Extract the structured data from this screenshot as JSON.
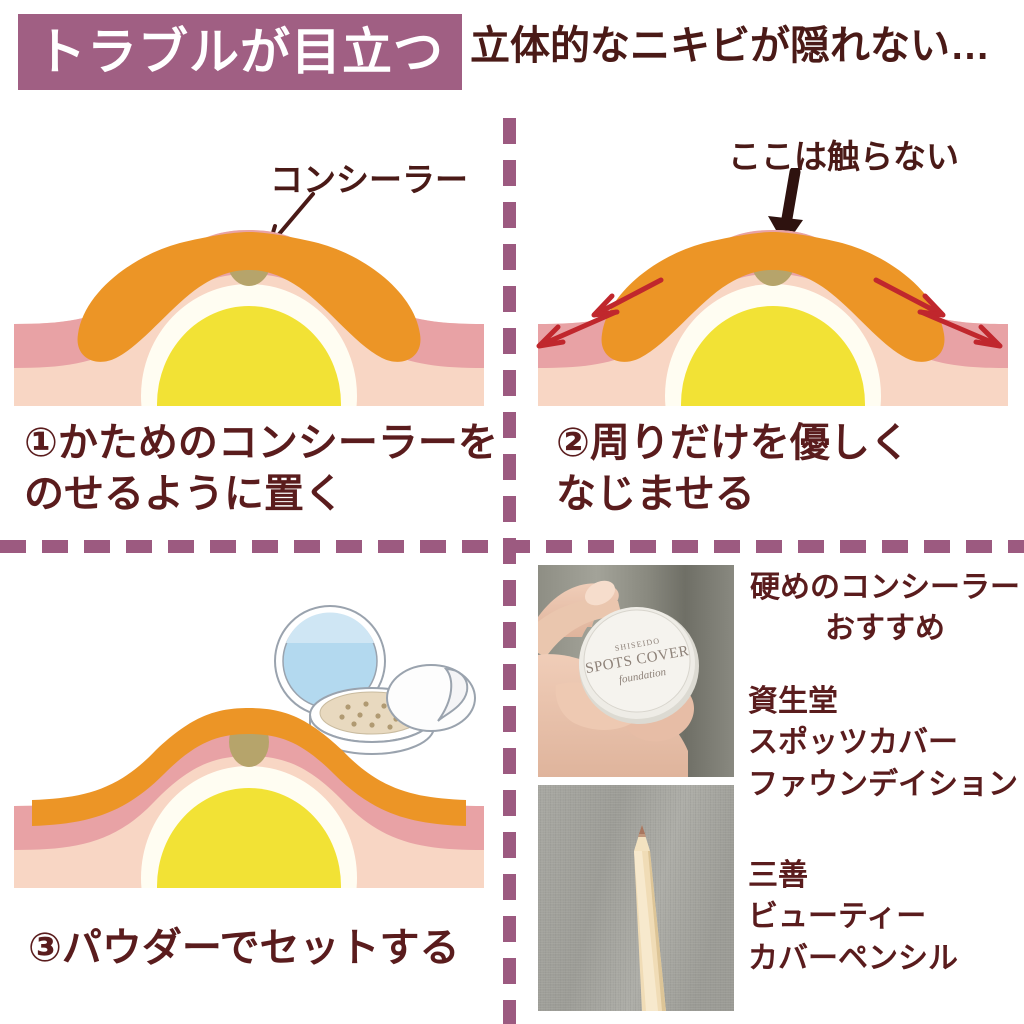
{
  "header": {
    "banner_title": "トラブルが目立つ",
    "subtitle": "立体的なニキビが隠れない…",
    "banner_color": "#a05f83",
    "text_color": "#4a1a17"
  },
  "colors": {
    "divider": "#9c5a80",
    "caption": "#5a1c1d",
    "concealer_orange": "#ec9526",
    "skin_pink": "#e8a2a5",
    "skin_peach": "#f8d6c4",
    "pus_yellow": "#f2e235",
    "plug_olive": "#b6a46b",
    "arrow_red": "#c0272d",
    "compact_lid_blue": "#b3d9ef",
    "compact_powder_beige": "#e8d9bf"
  },
  "panels": [
    {
      "id": "panel-1",
      "step_number": "①",
      "annotation": "コンシーラー",
      "annotation_icon": "down-left-arrow-icon",
      "caption": "①かためのコンシーラーを\nのせるように置く",
      "illustration": "skin-cross-section-with-concealer"
    },
    {
      "id": "panel-2",
      "step_number": "②",
      "annotation": "ここは触らない",
      "annotation_icon": "down-arrow-icon",
      "caption": "②周りだけを優しく\nなじませる",
      "illustration": "skin-cross-section-with-blending-arrows",
      "blend_arrows": "outward-red-arrows"
    },
    {
      "id": "panel-3",
      "step_number": "③",
      "caption": "③パウダーでセットする",
      "illustration": "skin-cross-section-with-powder-compact"
    },
    {
      "id": "panel-4",
      "photos": [
        {
          "name": "shiseido-spots-cover-foundation-photo",
          "brand_label": "SHISEIDO",
          "product_label": "SPOTS COVER",
          "product_sub_label": "foundation"
        },
        {
          "name": "mitsuyoshi-beauty-cover-pencil-photo"
        }
      ],
      "texts": {
        "recommendation": "硬めのコンシーラー\nおすすめ",
        "product_1": "資生堂\nスポッツカバー\nファウンデイション",
        "product_2": "三善\nビューティー\nカバーペンシル"
      }
    }
  ]
}
